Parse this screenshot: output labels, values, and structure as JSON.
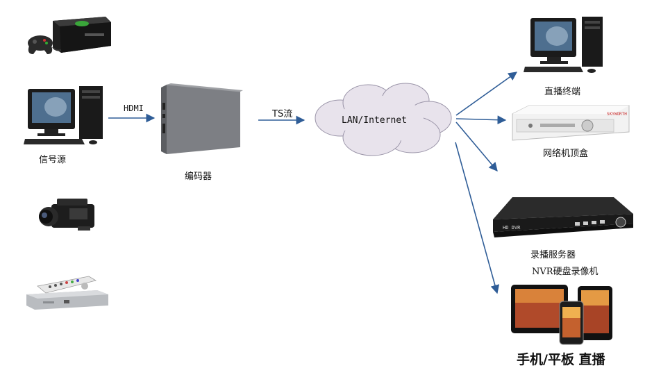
{
  "labels": {
    "source": "信号源",
    "encoder": "编码器",
    "hdmi": "HDMI",
    "ts_stream": "TS流",
    "network": "LAN/Internet",
    "live_terminal": "直播终端",
    "settop_box": "网络机顶盒",
    "recorder_line1": "录播服务器",
    "recorder_line2": "NVR硬盘录像机",
    "mobile": "手机/平板 直播"
  },
  "device_text": {
    "nvr_brand": "HD DVR"
  },
  "colors": {
    "arrow": "#2f5d97",
    "cloud_fill": "#e8e3ec",
    "cloud_stroke": "#9a94a8",
    "encoder_body": "#7d7f84"
  }
}
